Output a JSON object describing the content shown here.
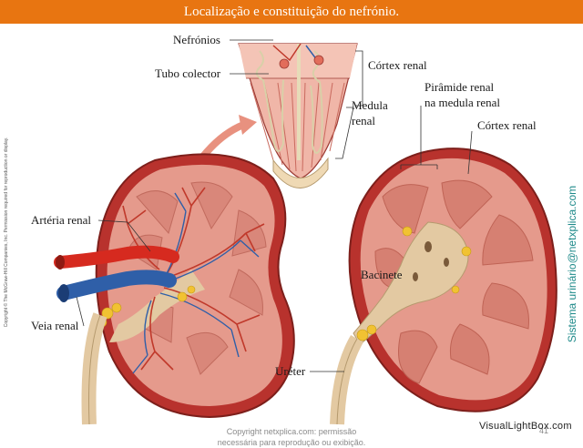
{
  "title": "Localização e constituição do nefrónio.",
  "labels": {
    "nefronios": "Nefrónios",
    "tubo_colector": "Tubo colector",
    "cortex_renal_top": "Córtex renal",
    "medula_renal_line1": "Medula",
    "medula_renal_line2": "renal",
    "piramide_line1": "Pirâmide renal",
    "piramide_line2": "na medula renal",
    "cortex_renal_right": "Córtex renal",
    "arteria_renal": "Artéria renal",
    "veia_renal": "Veia renal",
    "bacinete": "Bacinete",
    "ureter": "Uréter"
  },
  "side_copyright": "Copyright © The McGraw-Hill Companies, Inc. Permission required for reproduction or display.",
  "brand_vertical": "Sistema urinário@netxplica.com",
  "watermark_line1": "Copyright netxplica.com: permissão",
  "watermark_line2": "necessária para reprodução ou exibição.",
  "page_number": "41",
  "footer_brand": "VisualLightBox.com",
  "colors": {
    "title_bar": "#e87511",
    "brand_text": "#1f8a8a",
    "kidney_outer": "#b8322d",
    "cortex": "#e59a8c",
    "artery": "#d62a1f",
    "vein": "#2f5fa8",
    "pelvis": "#e3c9a2"
  }
}
